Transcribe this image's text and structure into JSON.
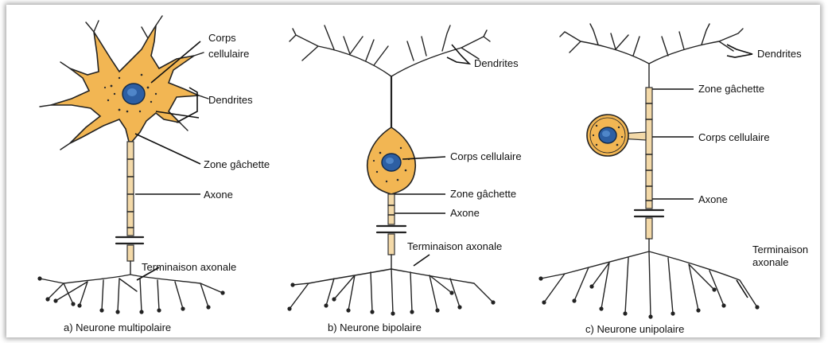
{
  "panels": {
    "multipolar": {
      "caption": "a) Neurone multipolaire",
      "labels": {
        "corps_line1": "Corps",
        "corps_line2": "cellulaire",
        "dendrites": "Dendrites",
        "zone": "Zone gâchette",
        "axone": "Axone",
        "terminaison": "Terminaison axonale"
      }
    },
    "bipolar": {
      "caption": "b) Neurone bipolaire",
      "labels": {
        "dendrites": "Dendrites",
        "corps": "Corps cellulaire",
        "zone": "Zone gâchette",
        "axone": "Axone",
        "terminaison": "Terminaison axonale"
      }
    },
    "unipolar": {
      "caption": "c) Neurone unipolaire",
      "labels": {
        "dendrites": "Dendrites",
        "zone": "Zone gâchette",
        "corps": "Corps cellulaire",
        "axone": "Axone",
        "terminaison_line1": "Terminaison",
        "terminaison_line2": "axonale"
      }
    }
  },
  "colors": {
    "soma": "#f2b653",
    "nucleus": "#2d5fa3",
    "axon": "#f3d9a8",
    "ink": "#111111"
  }
}
